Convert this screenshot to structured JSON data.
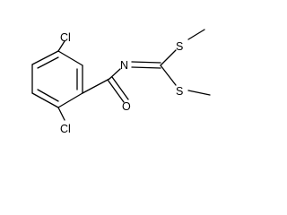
{
  "molecule": {
    "atoms": {
      "cl_top": "Cl",
      "cl_bottom": "Cl",
      "n": "N",
      "o": "O",
      "s_top": "S",
      "s_bottom": "S"
    }
  }
}
